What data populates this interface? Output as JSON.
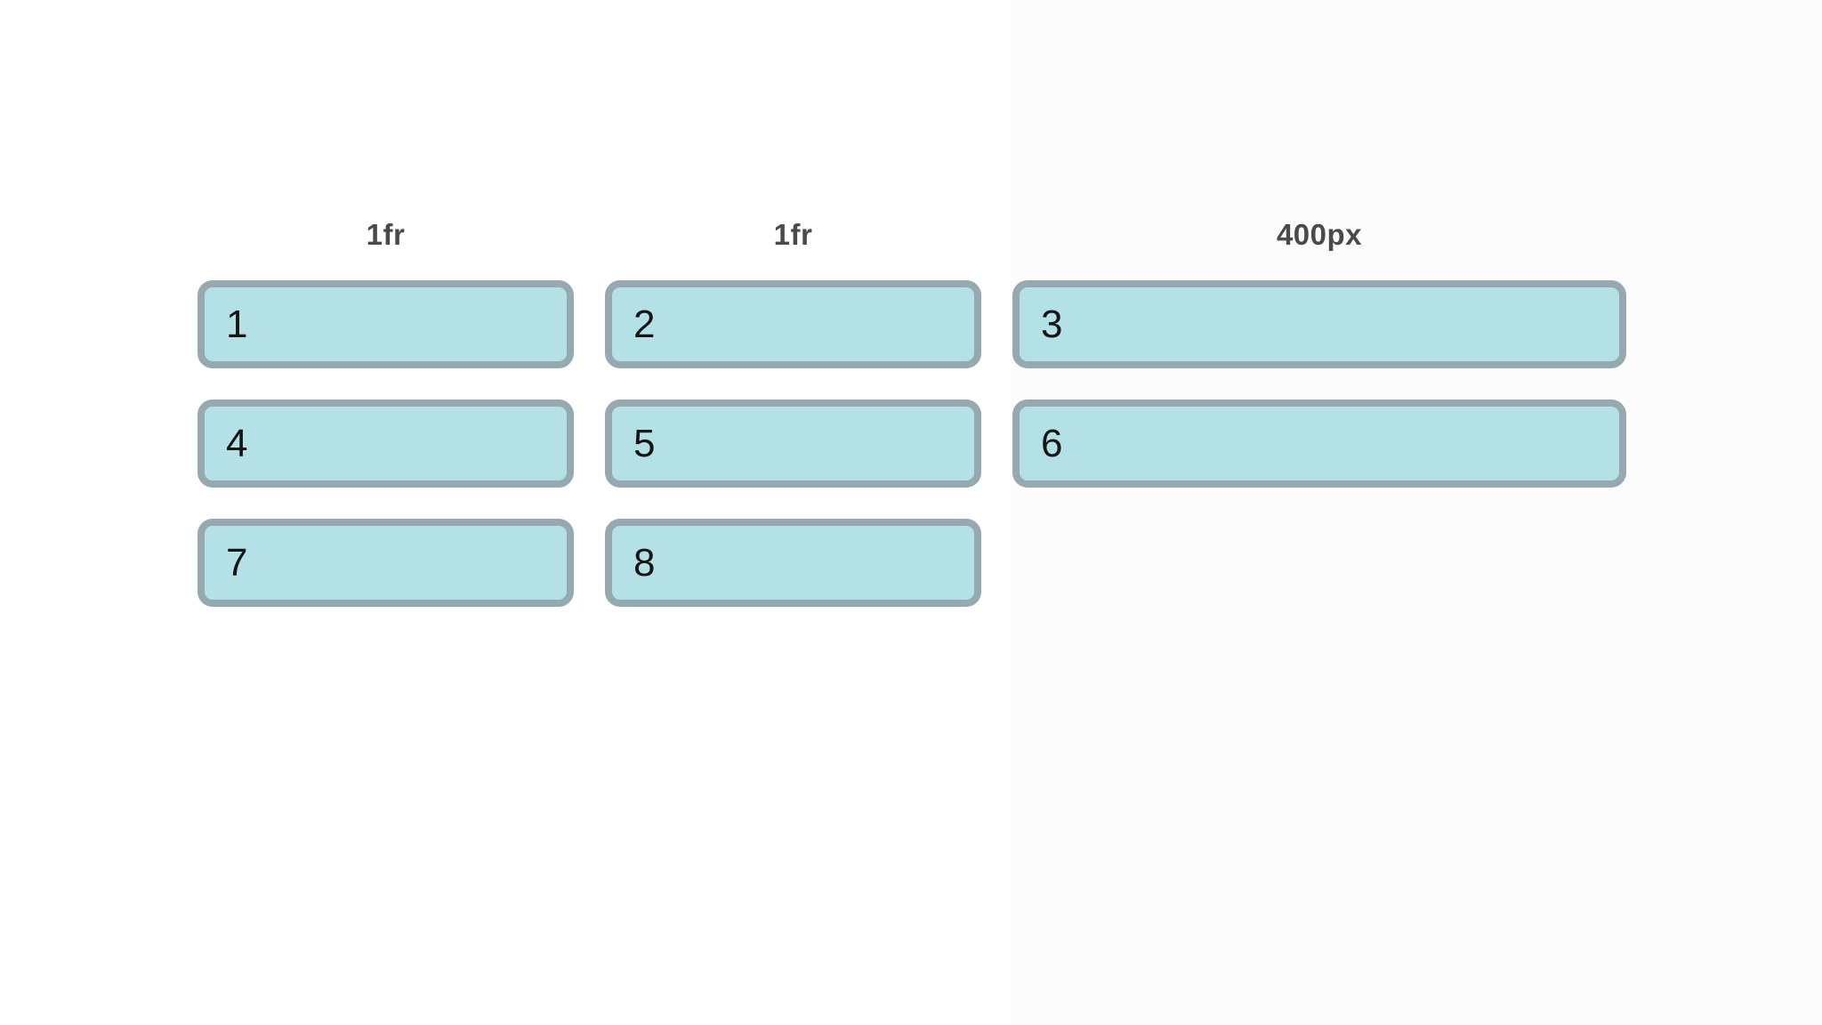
{
  "grid_demo": {
    "column_labels": [
      {
        "label": "1fr"
      },
      {
        "label": "1fr"
      },
      {
        "label": "400px"
      }
    ],
    "items": [
      {
        "label": "1"
      },
      {
        "label": "2"
      },
      {
        "label": "3"
      },
      {
        "label": "4"
      },
      {
        "label": "5"
      },
      {
        "label": "6"
      },
      {
        "label": "7"
      },
      {
        "label": "8"
      }
    ],
    "colors": {
      "item_fill": "#b3e1e6",
      "item_border": "#96a9b0",
      "label_text": "#4a4a4a",
      "item_text": "#151515",
      "background": "#ffffff"
    }
  }
}
